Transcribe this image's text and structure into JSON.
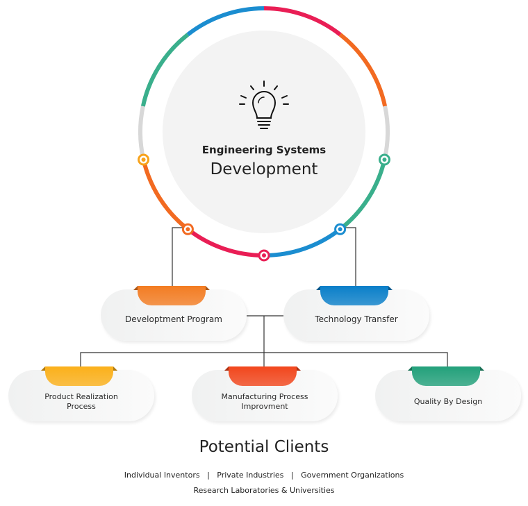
{
  "center": {
    "line1": "Engineering Systems",
    "line2": "Development",
    "icon": "lightbulb-icon"
  },
  "colors": {
    "red": "#e91e55",
    "orange": "#f26a21",
    "gray": "#d8d8d8",
    "green": "#3aaf8c",
    "blue": "#1b8dd0",
    "yellow": "#f7a21b"
  },
  "level1": [
    {
      "label": "Developtment Program",
      "color": "#f37c22"
    },
    {
      "label": "Technology Transfer",
      "color": "#0a7fc9"
    }
  ],
  "level2": [
    {
      "label": "Product Realization Process",
      "color": "#fbb01a"
    },
    {
      "label": "Manufacturing Process Improvment",
      "color": "#f2461c"
    },
    {
      "label": "Quality By Design",
      "color": "#22a07a"
    }
  ],
  "clients": {
    "heading": "Potential Clients",
    "line1": "Individual Inventors   |   Private Industries   |   Government Organizations",
    "line2": "Research Laboratories & Universities"
  }
}
